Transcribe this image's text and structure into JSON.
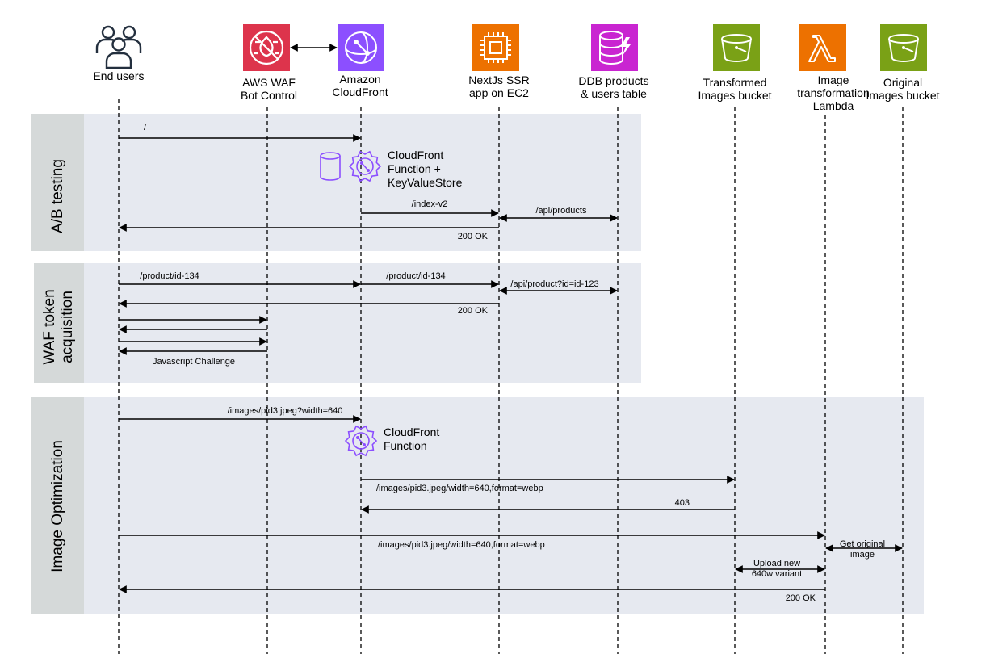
{
  "actors": [
    {
      "id": "users",
      "label": [
        "End users"
      ],
      "icon": "users-icon"
    },
    {
      "id": "waf",
      "label": [
        "AWS WAF",
        "Bot Control"
      ],
      "icon": "waf-icon",
      "color": "#DD344C"
    },
    {
      "id": "cloudfront",
      "label": [
        "Amazon",
        "CloudFront"
      ],
      "icon": "cloudfront-icon",
      "color": "#8C4FFF"
    },
    {
      "id": "ec2",
      "label": [
        "NextJs SSR",
        "app on EC2"
      ],
      "icon": "ec2-icon",
      "color": "#ED7100"
    },
    {
      "id": "ddb",
      "label": [
        "DDB  products",
        "& users table"
      ],
      "icon": "dynamodb-icon",
      "color": "#C925D1"
    },
    {
      "id": "s3t",
      "label": [
        "Transformed",
        "Images bucket"
      ],
      "icon": "s3-bucket-icon",
      "color": "#7AA116"
    },
    {
      "id": "lambda",
      "label": [
        "Image",
        "transformation",
        "Lambda"
      ],
      "icon": "lambda-icon",
      "color": "#ED7100"
    },
    {
      "id": "s3o",
      "label": [
        "Original",
        "Images bucket"
      ],
      "icon": "s3-bucket-icon",
      "color": "#7AA116"
    }
  ],
  "sections": [
    {
      "id": "ab",
      "label": [
        "A/B testing"
      ]
    },
    {
      "id": "waf",
      "label": [
        "WAF token",
        "acquisition"
      ]
    },
    {
      "id": "img",
      "label": [
        "Image Optimization"
      ]
    }
  ],
  "notes": [
    {
      "id": "cf-kvs",
      "lines": [
        "CloudFront",
        "Function +",
        "KeyValueStore"
      ],
      "icon": "cloudfront-function-icon",
      "extra_icon": "keyvaluestore-icon"
    },
    {
      "id": "cf-fn",
      "lines": [
        "CloudFront",
        "Function"
      ],
      "icon": "cloudfront-function-icon"
    }
  ],
  "messages": [
    {
      "from": "users",
      "to": "cloudfront",
      "label": "/"
    },
    {
      "from": "cloudfront",
      "to": "ec2",
      "label": "/index-v2"
    },
    {
      "from": "ec2",
      "to": "ddb",
      "label": "/api/products",
      "both": true
    },
    {
      "from": "ec2",
      "to": "users",
      "label": "200 OK"
    },
    {
      "from": "users",
      "to": "cloudfront",
      "label": "/product/id-134"
    },
    {
      "from": "cloudfront",
      "to": "ec2",
      "label": "/product/id-134"
    },
    {
      "from": "ec2",
      "to": "ddb",
      "label": "/api/product?id=id-123",
      "both": true
    },
    {
      "from": "ec2",
      "to": "users",
      "label": "200 OK"
    },
    {
      "from": "users",
      "to": "waf",
      "label": ""
    },
    {
      "from": "waf",
      "to": "users",
      "label": ""
    },
    {
      "from": "users",
      "to": "waf",
      "label": ""
    },
    {
      "from": "waf",
      "to": "users",
      "label": "Javascript Challenge"
    },
    {
      "from": "users",
      "to": "cloudfront",
      "label": "/images/pid3.jpeg?width=640"
    },
    {
      "from": "cloudfront",
      "to": "s3t",
      "label": "/images/pid3.jpeg/width=640,format=webp"
    },
    {
      "from": "s3t",
      "to": "cloudfront",
      "label": "403"
    },
    {
      "from": "users",
      "to": "lambda",
      "label": "/images/pid3.jpeg/width=640,format=webp"
    },
    {
      "from": "lambda",
      "to": "s3o",
      "label": "Get original image",
      "both": true
    },
    {
      "from": "lambda",
      "to": "s3t",
      "label": "Upload new 640w variant",
      "both": true
    },
    {
      "from": "lambda",
      "to": "users",
      "label": "200 OK"
    }
  ]
}
